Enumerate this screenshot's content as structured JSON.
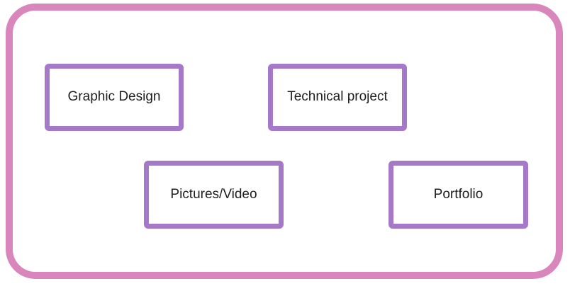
{
  "diagram": {
    "boxes": [
      {
        "id": "graphic-design",
        "label": "Graphic Design"
      },
      {
        "id": "technical-project",
        "label": "Technical project"
      },
      {
        "id": "pictures-video",
        "label": "Pictures/Video"
      },
      {
        "id": "portfolio",
        "label": "Portfolio"
      }
    ]
  },
  "colors": {
    "background": "#ffffff",
    "frame_border": "#d886bc",
    "box_border": "#a678c8",
    "box_fill": "#ffffff",
    "text": "#1f1f1f"
  }
}
